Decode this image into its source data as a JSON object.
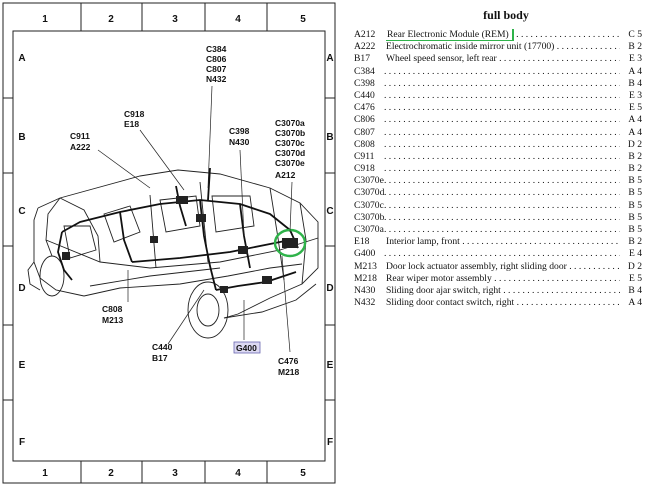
{
  "diagram": {
    "col_labels": [
      "1",
      "2",
      "3",
      "4",
      "5"
    ],
    "row_labels": [
      "A",
      "B",
      "C",
      "D",
      "E",
      "F"
    ],
    "callouts": [
      {
        "id": "c384",
        "lines": [
          "C384",
          "C806",
          "C807",
          "N432"
        ]
      },
      {
        "id": "c918",
        "lines": [
          "C918",
          "E18"
        ]
      },
      {
        "id": "c911",
        "lines": [
          "C911",
          "A222"
        ]
      },
      {
        "id": "c398",
        "lines": [
          "C398",
          "N430"
        ]
      },
      {
        "id": "c3070",
        "lines": [
          "C3070a",
          "C3070b",
          "C3070c",
          "C3070d",
          "C3070e",
          "A212"
        ]
      },
      {
        "id": "c808",
        "lines": [
          "C808",
          "M213"
        ]
      },
      {
        "id": "c440",
        "lines": [
          "C440",
          "B17"
        ]
      },
      {
        "id": "g400",
        "lines": [
          "G400"
        ]
      },
      {
        "id": "c476",
        "lines": [
          "C476",
          "M218"
        ]
      }
    ],
    "highlight_color": "#2fb34a"
  },
  "index": {
    "title": "full body",
    "rows": [
      {
        "code": "A212",
        "desc": "Rear Electronic Module (REM)",
        "loc": "C 5",
        "highlight": true
      },
      {
        "code": "A222",
        "desc": "Electrochromatic inside mirror unit (17700)",
        "loc": "B 2"
      },
      {
        "code": "B17",
        "desc": "Wheel speed sensor, left rear",
        "loc": "E 3"
      },
      {
        "code": "C384",
        "desc": "",
        "loc": "A 4"
      },
      {
        "code": "C398",
        "desc": "",
        "loc": "B 4"
      },
      {
        "code": "C440",
        "desc": "",
        "loc": "E 3"
      },
      {
        "code": "C476",
        "desc": "",
        "loc": "E 5"
      },
      {
        "code": "C806",
        "desc": "",
        "loc": "A 4"
      },
      {
        "code": "C807",
        "desc": "",
        "loc": "A 4"
      },
      {
        "code": "C808",
        "desc": "",
        "loc": "D 2"
      },
      {
        "code": "C911",
        "desc": "",
        "loc": "B 2"
      },
      {
        "code": "C918",
        "desc": "",
        "loc": "B 2"
      },
      {
        "code": "C3070e",
        "desc": "",
        "loc": "B 5"
      },
      {
        "code": "C3070d",
        "desc": "",
        "loc": "B 5"
      },
      {
        "code": "C3070c",
        "desc": "",
        "loc": "B 5"
      },
      {
        "code": "C3070b",
        "desc": "",
        "loc": "B 5"
      },
      {
        "code": "C3070a",
        "desc": "",
        "loc": "B 5"
      },
      {
        "code": "E18",
        "desc": "Interior lamp, front",
        "loc": "B 2"
      },
      {
        "code": "G400",
        "desc": "",
        "loc": "E 4"
      },
      {
        "code": "M213",
        "desc": "Door lock actuator assembly, right sliding door",
        "loc": "D 2"
      },
      {
        "code": "M218",
        "desc": "Rear wiper motor assembly",
        "loc": "E 5"
      },
      {
        "code": "N430",
        "desc": "Sliding door ajar switch, right",
        "loc": "B 4"
      },
      {
        "code": "N432",
        "desc": "Sliding door contact switch, right",
        "loc": "A 4"
      }
    ]
  }
}
